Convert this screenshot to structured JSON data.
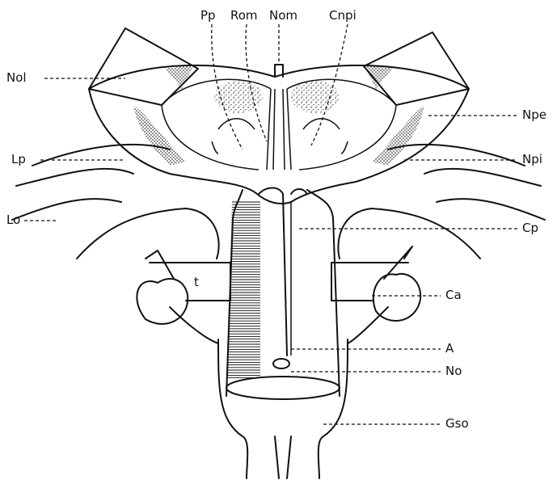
{
  "labels": {
    "pp": "Pp",
    "rom": "Rom",
    "nom": "Nom",
    "cnpi": "Cnpi",
    "nol": "Nol",
    "npe": "Npe",
    "lp": "Lp",
    "npi": "Npi",
    "lo": "Lo",
    "cp": "Cp",
    "t": "t",
    "ca": "Ca",
    "a": "A",
    "no": "No",
    "gso": "Gso"
  },
  "colors": {
    "ink": "#111111",
    "paper": "#ffffff"
  }
}
